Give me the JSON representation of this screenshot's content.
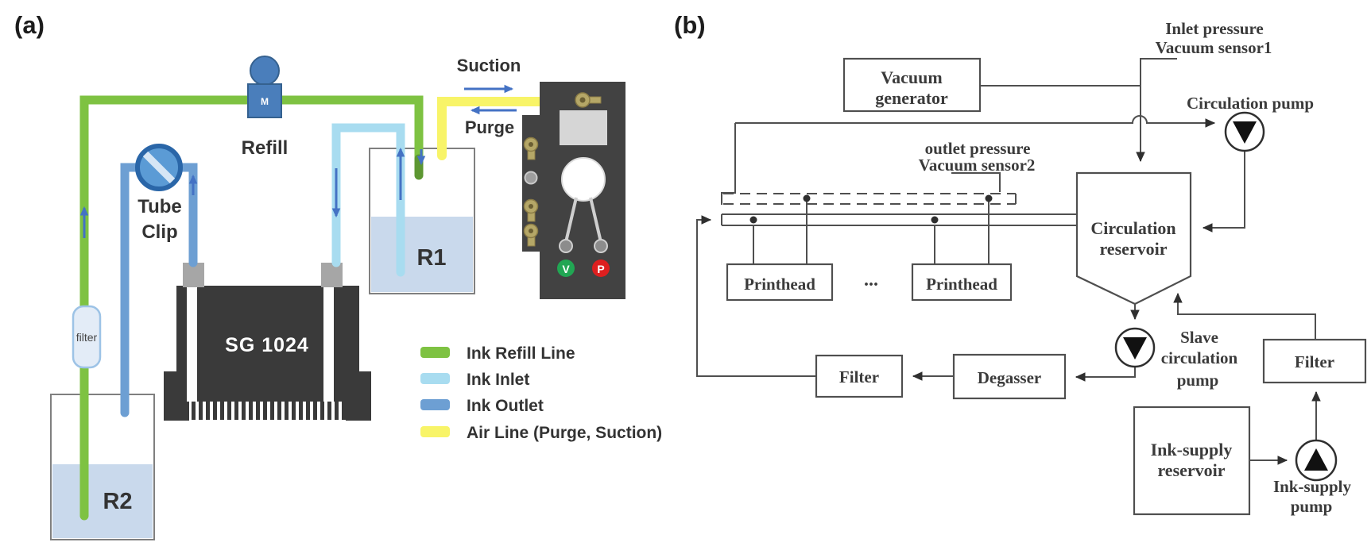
{
  "panel_a": {
    "label": "(a)",
    "refill_pump": {
      "motor_label": "M",
      "label": "Refill"
    },
    "tube_clip": [
      "Tube",
      "Clip"
    ],
    "filter_label": "filter",
    "reservoir_r1": "R1",
    "reservoir_r2": "R2",
    "printhead_label": "SG 1024",
    "air_arrows": {
      "suction": "Suction",
      "purge": "Purge"
    },
    "control_panel": {
      "valve_v": "V",
      "valve_p": "P",
      "v_color": "#21a653",
      "p_color": "#dd1f1f"
    },
    "legend": [
      {
        "label": "Ink Refill Line",
        "color": "#7ec242"
      },
      {
        "label": "Ink Inlet",
        "color": "#a8dcf0"
      },
      {
        "label": "Ink Outlet",
        "color": "#6d9fd3"
      },
      {
        "label": "Air Line (Purge, Suction)",
        "color": "#f8f468"
      }
    ]
  },
  "panel_b": {
    "label": "(b)",
    "vacuum_generator": [
      "Vacuum",
      "generator"
    ],
    "inlet_sensor": [
      "Inlet pressure",
      "Vacuum sensor1"
    ],
    "outlet_sensor": [
      "outlet pressure",
      "Vacuum sensor2"
    ],
    "circulation_pump": "Circulation pump",
    "circulation_reservoir": [
      "Circulation",
      "reservoir"
    ],
    "printhead_1": "Printhead",
    "printhead_2": "Printhead",
    "ellipsis": "...",
    "filter_loop": "Filter",
    "degasser": "Degasser",
    "slave_pump": [
      "Slave",
      "circulation",
      "pump"
    ],
    "filter_supply": "Filter",
    "ink_supply_reservoir": [
      "Ink-supply",
      "reservoir"
    ],
    "ink_supply_pump": [
      "Ink-supply",
      "pump"
    ]
  }
}
